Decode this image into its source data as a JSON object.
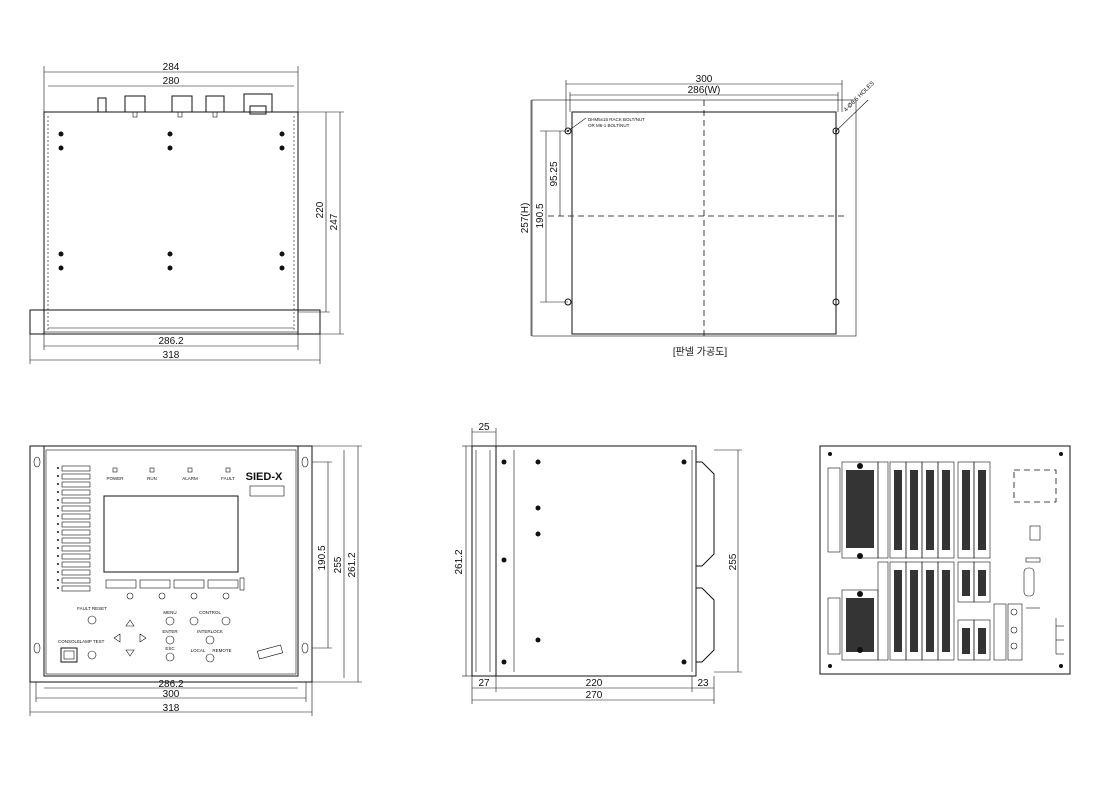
{
  "top_view": {
    "dim_284": "284",
    "dim_280": "280",
    "dim_220": "220",
    "dim_247": "247",
    "dim_286_2": "286.2",
    "dim_318": "318"
  },
  "panel_cutout": {
    "dim_300": "300",
    "dim_286w": "286(W)",
    "dim_257h": "257(H)",
    "dim_190_5": "190.5",
    "dim_95_25": "95.25",
    "holes_note": "4-Ø6.5 HOLES",
    "bolt_note_1": "DHM5x16 RACK BOLT/NUT",
    "bolt_note_2": "OR M6-1 BOLT/NUT",
    "caption": "[판넬 가공도]"
  },
  "front_view": {
    "brand": "SIED-X",
    "led_power": "POWER",
    "led_run": "RUN",
    "led_alarm": "ALARM",
    "led_fault": "FAULT",
    "fault_reset": "FAULT RESET",
    "menu": "MENU",
    "control": "CONTROL",
    "enter": "ENTER",
    "interlock": "INTERLOCK",
    "esc": "ESC",
    "local": "LOCAL",
    "remote": "REMOTE",
    "console": "CONSOLE",
    "lamp_test": "LAMP TEST",
    "dim_190_5": "190.5",
    "dim_255": "255",
    "dim_261_2": "261.2",
    "dim_286_2": "286.2",
    "dim_300": "300",
    "dim_318": "318"
  },
  "side_view": {
    "dim_25": "25",
    "dim_261_2": "261.2",
    "dim_255": "255",
    "dim_27": "27",
    "dim_220": "220",
    "dim_23": "23",
    "dim_270": "270"
  }
}
